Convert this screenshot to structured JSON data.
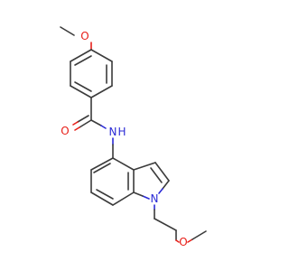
{
  "molecule": {
    "atoms": {
      "methoxy_o_top": "O",
      "carbonyl_o": "O",
      "amide_n": "N",
      "amide_h": "H",
      "indole_n": "N",
      "ether_o_bottom": "O"
    },
    "colors": {
      "oxygen": "#e8201a",
      "nitrogen": "#2b2bd6",
      "bond": "#3b3b3b"
    }
  }
}
